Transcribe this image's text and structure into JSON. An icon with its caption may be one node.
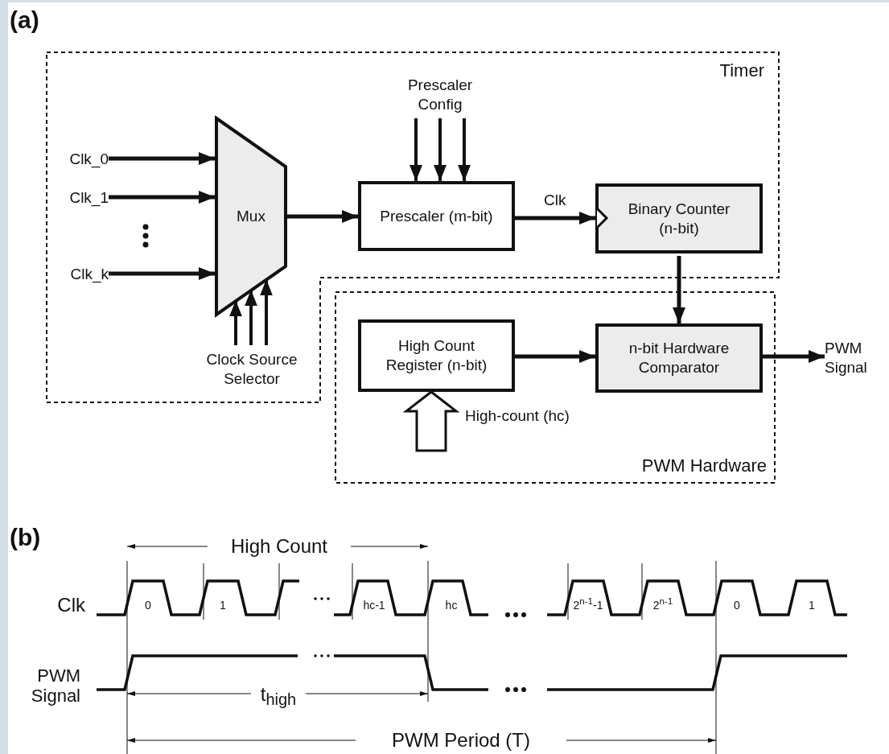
{
  "diagram": {
    "nodes": [
      {
        "text": [
          "Timer"
        ]
      },
      {
        "text": [
          "PWM Hardware"
        ]
      },
      {
        "text": [
          "Mux"
        ],
        "in": 0
      },
      {
        "text": [
          "Prescaler (m-bit)"
        ],
        "in": 0
      },
      {
        "text": [
          "Binary Counter (n-bit)"
        ],
        "in": 0
      },
      {
        "text": [
          "High Count Register (n-bit)"
        ],
        "in": 1
      },
      {
        "text": [
          "n-bit Hardware Comparator"
        ],
        "in": 1
      },
      {
        "text": [
          "Clk_0"
        ],
        "in": 0
      },
      {
        "text": [
          "Clk_1"
        ],
        "in": 0
      },
      {
        "text": [
          "Clk_k"
        ],
        "in": 0
      },
      {
        "text": [
          "Prescaler Config"
        ],
        "in": 0
      },
      {
        "text": [
          "Clock Source Selector"
        ],
        "in": 0
      },
      {
        "text": [
          "PWM Signal"
        ]
      }
    ],
    "edges": [
      {
        "from": 7,
        "to": 2,
        "arrow": "to"
      },
      {
        "from": 8,
        "to": 2,
        "arrow": "to"
      },
      {
        "from": 9,
        "to": 2,
        "arrow": "to"
      },
      {
        "from": 2,
        "to": 3,
        "arrow": "to"
      },
      {
        "from": 10,
        "to": 3,
        "arrow": "to"
      },
      {
        "from": 10,
        "to": 3,
        "arrow": "to"
      },
      {
        "from": 10,
        "to": 3,
        "arrow": "to"
      },
      {
        "from": 3,
        "to": 4,
        "arrow": "to",
        "label": "Clk"
      },
      {
        "from": 4,
        "to": 6,
        "arrow": "to"
      },
      {
        "from": 5,
        "to": 6,
        "arrow": "to"
      },
      {
        "from": 6,
        "to": 12,
        "arrow": "to"
      },
      {
        "from": 11,
        "to": 2,
        "arrow": "to"
      },
      {
        "from": 11,
        "to": 2,
        "arrow": "to"
      },
      {
        "from": 11,
        "to": 2,
        "arrow": "to"
      },
      {
        "from": null,
        "to": 5,
        "arrow": "to",
        "style": "thick",
        "label": "High-count (hc)"
      }
    ],
    "labels": [
      "(a)",
      "(b)",
      "High Count",
      "Clk",
      "0",
      "1",
      "hc-1",
      "hc",
      "2$^{n-1}$-1",
      "2$^{n-1}$",
      "0",
      "1",
      "PWM Signal",
      "t$_{high}$",
      "PWM Period (T)"
    ]
  }
}
